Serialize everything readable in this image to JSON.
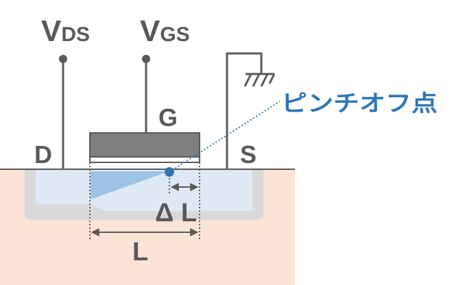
{
  "labels": {
    "vds_main": "V",
    "vds_sub": "DS",
    "vgs_main": "V",
    "vgs_sub": "GS",
    "gate": "G",
    "drain": "D",
    "source": "S",
    "delta_l": "Δ L",
    "length": "L",
    "pinch_off": "ピンチオフ点"
  },
  "colors": {
    "substrate": "#fbe3d6",
    "well_outline": "#d9d9d9",
    "region_fill": "#dfe9f5",
    "channel": "#9dc3e6",
    "gate": "#7f7f7f",
    "line": "#595959",
    "accent": "#2e75b6"
  }
}
